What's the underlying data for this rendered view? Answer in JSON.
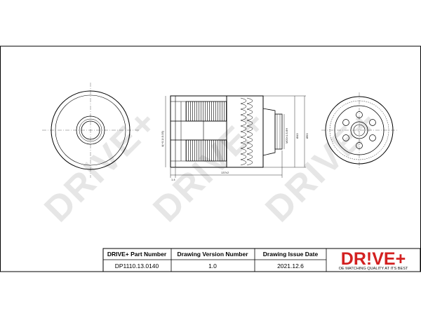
{
  "watermark": "DRIVE+",
  "dimensions": {
    "thread": "M20×1.5-6H",
    "tolerance": "4(+0.1/-0.05)",
    "height": "137±2",
    "gasket": "1.4",
    "diameter": "Ø93",
    "inner": "Ø43"
  },
  "title_block": {
    "part_number_label": "DRIVE+ Part Number",
    "part_number": "DP1110.13.0140",
    "version_label": "Drawing Version Number",
    "version": "1.0",
    "issue_date_label": "Drawing Issue Date",
    "issue_date": "2021.12.6",
    "logo_text": "DR!VE+",
    "logo_tagline": "OE MATCHING QUALITY AT ITS BEST"
  },
  "colors": {
    "logo_red": "#d32020",
    "line": "#000000",
    "watermark": "#e6e6e6"
  }
}
